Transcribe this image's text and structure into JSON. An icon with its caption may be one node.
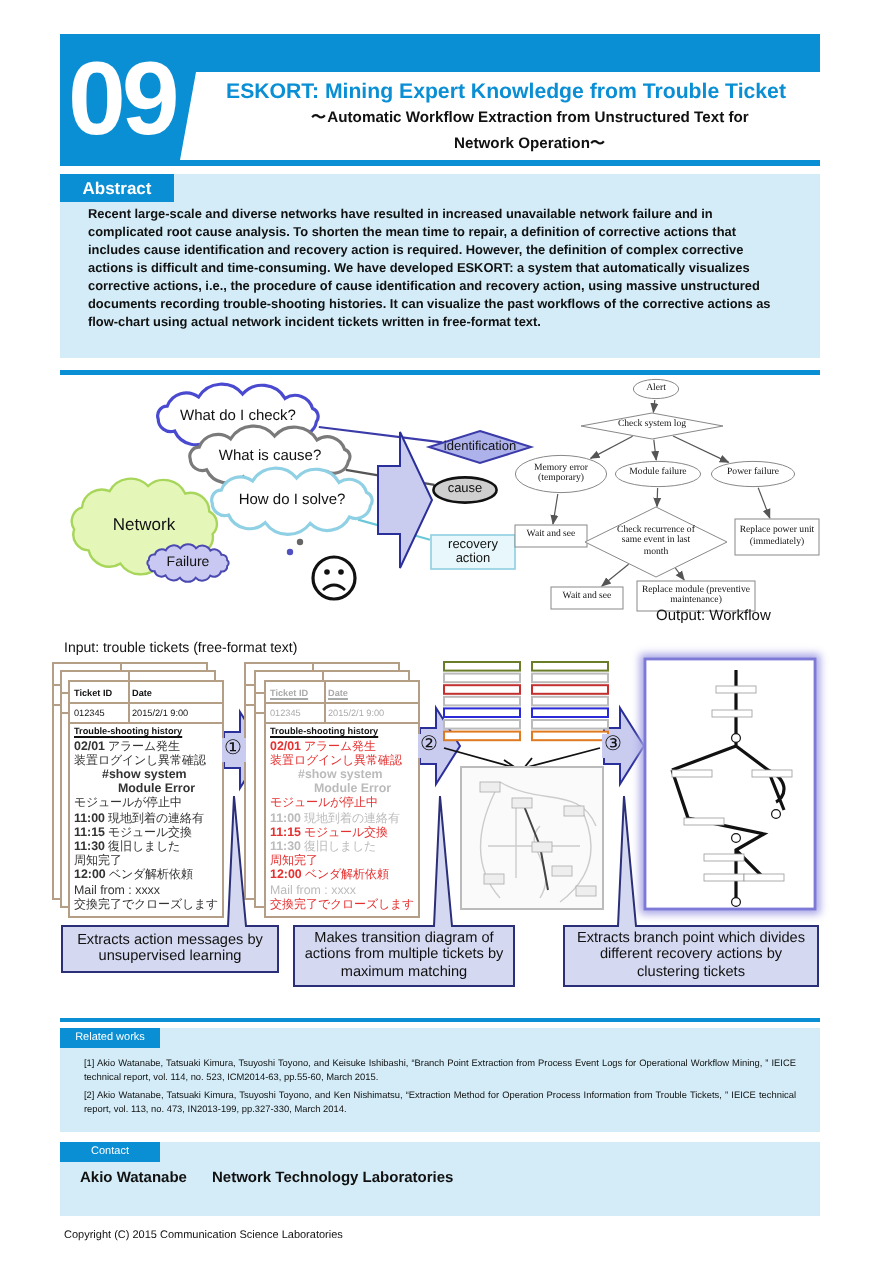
{
  "diagram": {
    "title": "ESKORT: Mining Expert Knowledge from Trouble Ticket",
    "nodes": [
      {
        "text": [
          "What do I check?"
        ]
      },
      {
        "text": [
          "What is cause?"
        ]
      },
      {
        "text": [
          "How do I solve?"
        ]
      },
      {
        "text": [
          "Network"
        ]
      },
      {
        "text": [
          "Failure"
        ]
      },
      {
        "text": [
          "identification"
        ]
      },
      {
        "text": [
          "cause"
        ]
      },
      {
        "text": [
          "recovery action"
        ]
      },
      {
        "text": [
          "Alert"
        ]
      },
      {
        "text": [
          "Check system log"
        ]
      },
      {
        "text": [
          "Memory error (temporary)"
        ]
      },
      {
        "text": [
          "Module failure"
        ]
      },
      {
        "text": [
          "Power failure"
        ]
      },
      {
        "text": [
          "Wait and see"
        ]
      },
      {
        "text": [
          "Check recurrence of same event in last month"
        ]
      },
      {
        "text": [
          "Replace power unit (immediately)"
        ]
      },
      {
        "text": [
          "Wait and see"
        ]
      },
      {
        "text": [
          "Replace module (preventive maintenance)"
        ]
      },
      {
        "text": [
          "Ticket ID",
          "Date",
          "012345",
          "2015/2/1 9:00",
          "Trouble-shooting history",
          "**02/01** アラーム発生",
          "装置ログインし異常確認",
          "#show system",
          "Module Error",
          "モジュールが停止中",
          "**11:00** 現地到着の連絡有",
          "**11:15** モジュール交換",
          "**11:30** 復旧しました",
          "周知完了",
          "**12:00** ベンダ解析依頼",
          "Mail from : xxxx",
          "交換完了でクローズします"
        ]
      },
      {
        "text": [
          "Ticket ID",
          "Date",
          "012345",
          "2015/2/1 9:00",
          "Trouble-shooting history",
          "**02/01** アラーム発生",
          "装置ログインし異常確認",
          "#show system",
          "Module Error",
          "モジュールが停止中",
          "**11:00** 現地到着の連絡有",
          "**11:15** モジュール交換",
          "**11:30** 復旧しました",
          "周知完了",
          "**12:00** ベンダ解析依頼",
          "Mail from : xxxx",
          "交換完了でクローズします"
        ]
      },
      {
        "text": [],
        "shape": "picture"
      },
      {
        "text": [],
        "shape": "picture"
      },
      {
        "text": [
          "Extracts action messages by unsupervised learning"
        ]
      },
      {
        "text": [
          "Makes transition diagram of actions from multiple tickets by maximum matching"
        ]
      },
      {
        "text": [
          "Extracts branch point which divides different recovery actions by clustering tickets"
        ]
      }
    ],
    "edges": [
      {
        "from": 0,
        "to": 5,
        "arrow": "none",
        "color": "#3a3aa8"
      },
      {
        "from": 1,
        "to": 6,
        "arrow": "none"
      },
      {
        "from": 2,
        "to": 7,
        "arrow": "none",
        "color": "#6cc8d8"
      },
      {
        "from": 8,
        "to": 9,
        "arrow": "to"
      },
      {
        "from": 9,
        "to": 10,
        "arrow": "to"
      },
      {
        "from": 9,
        "to": 11,
        "arrow": "to"
      },
      {
        "from": 9,
        "to": 12,
        "arrow": "to"
      },
      {
        "from": 10,
        "to": 13,
        "arrow": "to"
      },
      {
        "from": 11,
        "to": 14,
        "arrow": "to"
      },
      {
        "from": 12,
        "to": 15,
        "arrow": "to"
      },
      {
        "from": 14,
        "to": 16,
        "arrow": "to"
      },
      {
        "from": 14,
        "to": 17,
        "arrow": "to"
      },
      {
        "from": 18,
        "to": 19,
        "arrow": "to",
        "label": "①",
        "style": "thick"
      },
      {
        "from": 19,
        "to": 20,
        "arrow": "to",
        "label": "②",
        "style": "thick"
      },
      {
        "from": 20,
        "to": 21,
        "arrow": "to",
        "label": "③",
        "style": "thick"
      },
      {
        "from": 2,
        "to": 6,
        "arrow": "to",
        "style": "thick"
      }
    ],
    "labels": [
      "09",
      "〜Automatic Workflow Extraction from Unstructured Text for Network Operation〜",
      "Abstract",
      "Recent large-scale and diverse networks have resulted in increased unavailable network failure and in complicated root cause analysis. To shorten the mean time to repair, a definition of corrective actions that includes cause identification and recovery action is required. However, the definition of complex corrective actions is difficult and time-consuming. We have developed ESKORT: a system that automatically visualizes corrective actions, i.e., the procedure of cause identification and recovery action, using massive unstructured documents recording trouble-shooting histories. It can visualize the past workflows of the corrective actions as flow-chart using actual network incident tickets written in free-format text.",
      "Output: Workflow",
      "Input: trouble tickets (free-format text)",
      "Related works",
      "[1] Akio Watanabe, Tatsuaki Kimura, Tsuyoshi Toyono, and Keisuke Ishibashi, “Branch Point Extraction from Process Event Logs for Operational Workflow Mining, ” IEICE technical report, vol. 114, no. 523, ICM2014-63, pp.55-60, March 2015.",
      "[2] Akio Watanabe, Tatsuaki Kimura, Tsuyoshi Toyono, and Ken Nishimatsu, “Extraction Method for Operation Process Information from Trouble Tickets, ” IEICE technical report, vol. 113, no. 473, IN2013-199, pp.327-330, March 2014.",
      "Contact",
      "Akio Watanabe",
      "Network Technology Laboratories",
      "Copyright (C) 2015 Communication Science Laboratories"
    ]
  }
}
